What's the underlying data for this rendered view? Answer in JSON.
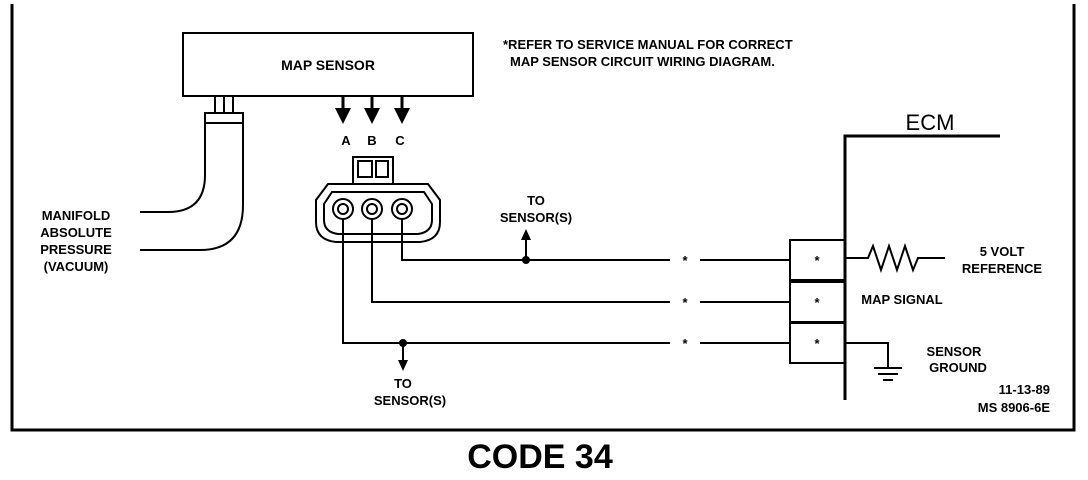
{
  "map_sensor": {
    "label": "MAP SENSOR"
  },
  "note": {
    "line1": "*REFER TO SERVICE MANUAL FOR CORRECT",
    "line2": "MAP SENSOR CIRCUIT WIRING DIAGRAM."
  },
  "terminals": [
    "A",
    "B",
    "C"
  ],
  "vacuum_label": [
    "MANIFOLD",
    "ABSOLUTE",
    "PRESSURE",
    "(VACUUM)"
  ],
  "to_sensor_top": [
    "TO",
    "SENSOR(S)"
  ],
  "to_sensor_bottom": [
    "TO",
    "SENSOR(S)"
  ],
  "ecm": {
    "label": "ECM"
  },
  "wire_marks": [
    "*",
    "*",
    "*"
  ],
  "ecm_pins": [
    "*",
    "*",
    "*"
  ],
  "ecm_circuits": {
    "ref": [
      "5 VOLT",
      "REFERENCE"
    ],
    "signal": "MAP SIGNAL",
    "ground": [
      "SENSOR",
      "GROUND"
    ]
  },
  "ref_code": [
    "11-13-89",
    "MS 8906-6E"
  ],
  "title": "CODE 34"
}
